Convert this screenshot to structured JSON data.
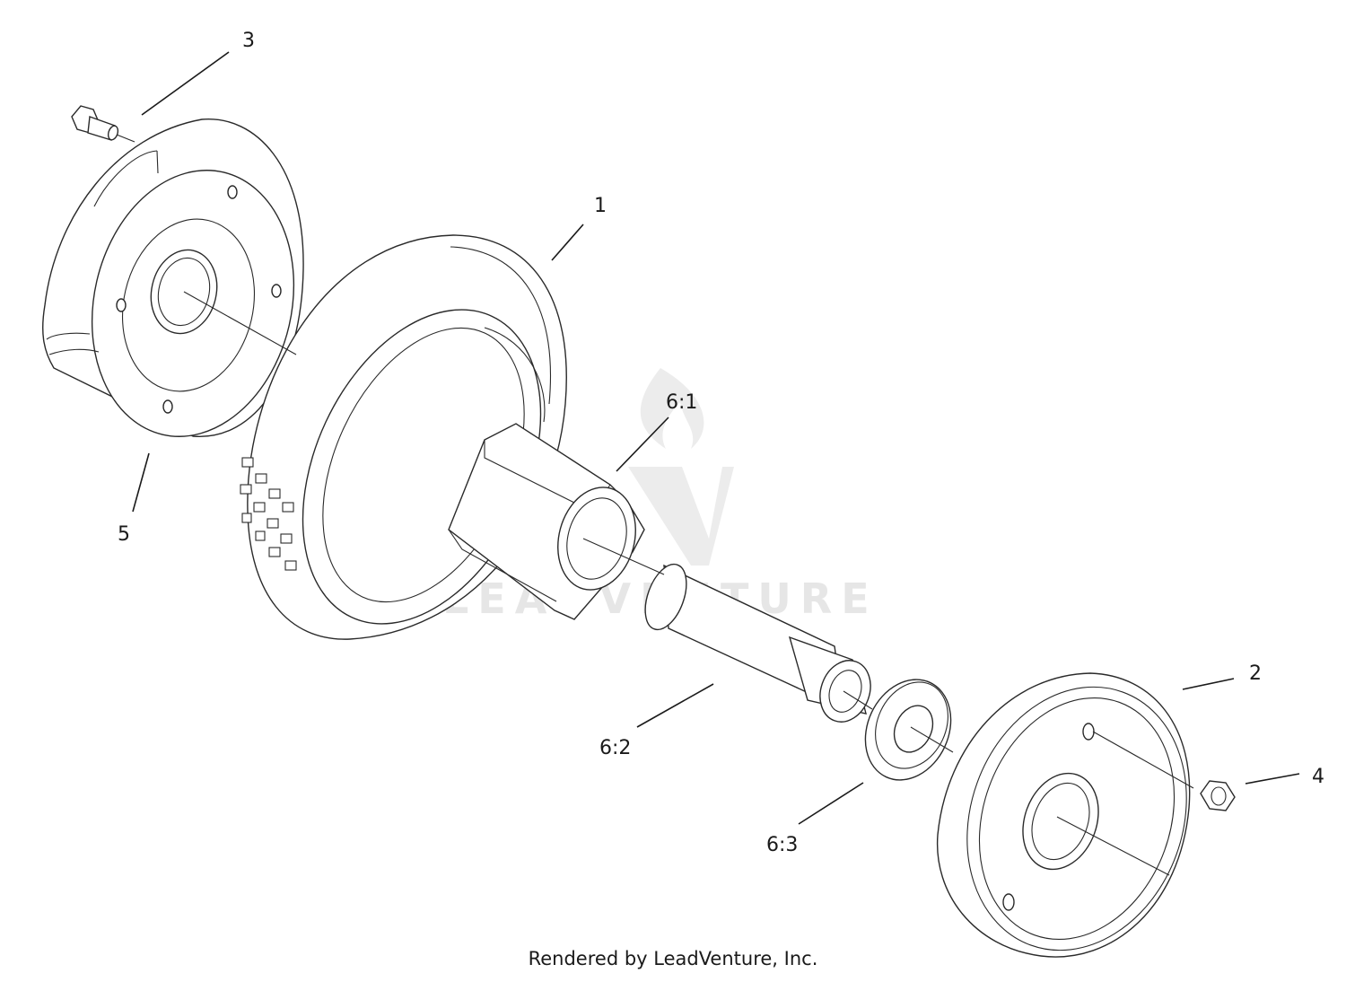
{
  "callouts": {
    "c1": "1",
    "c2": "2",
    "c3": "3",
    "c4": "4",
    "c5": "5",
    "c61": "6:1",
    "c62": "6:2",
    "c63": "6:3"
  },
  "watermark": {
    "text": "LEADVENTURE"
  },
  "footer": {
    "text": "Rendered by LeadVenture, Inc."
  }
}
